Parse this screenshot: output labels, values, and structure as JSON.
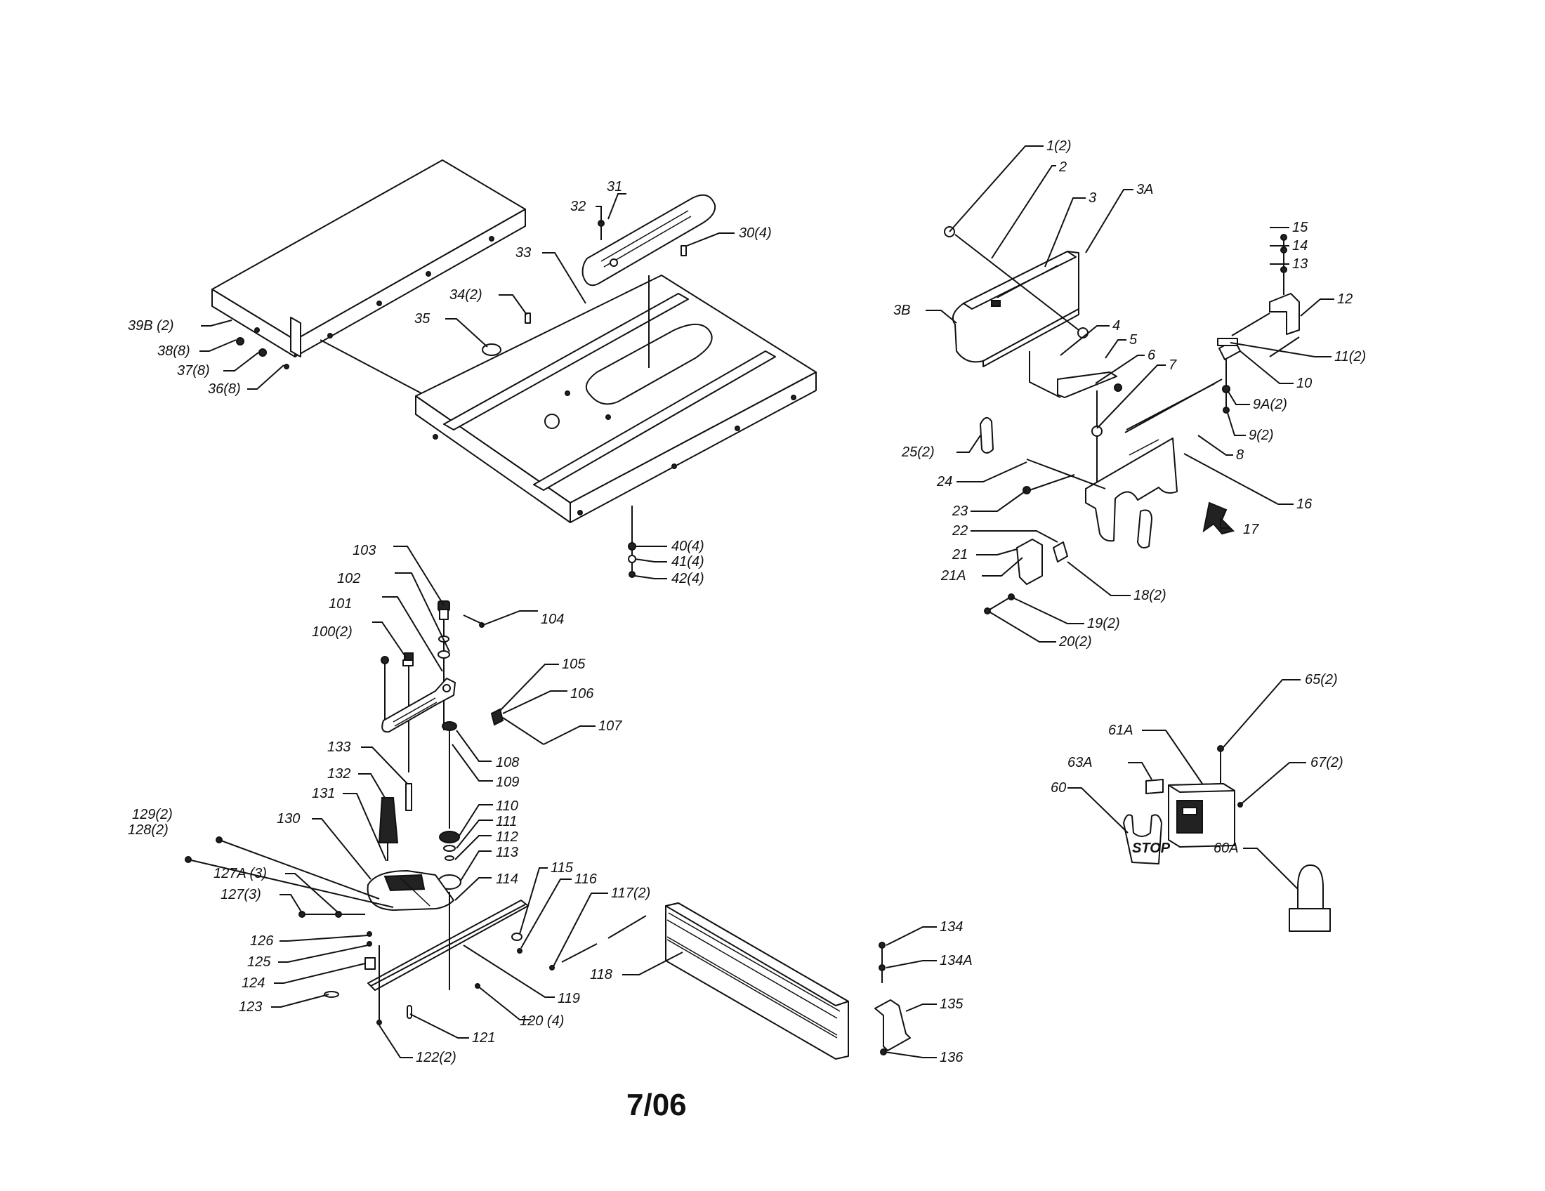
{
  "diagram": {
    "footer_code": "7/06",
    "labels": [
      "1(2)",
      "2",
      "3",
      "3A",
      "3B",
      "4",
      "5",
      "6",
      "7",
      "8",
      "9A(2)",
      "9(2)",
      "10",
      "11(2)",
      "12",
      "13",
      "14",
      "15",
      "16",
      "17",
      "18(2)",
      "19(2)",
      "20(2)",
      "21",
      "21A",
      "22",
      "23",
      "24",
      "25(2)",
      "30(4)",
      "31",
      "32",
      "33",
      "34(2)",
      "35",
      "36(8)",
      "37(8)",
      "38(8)",
      "39B (2)",
      "40(4)",
      "41(4)",
      "42(4)",
      "60",
      "60A",
      "61A",
      "63A",
      "65(2)",
      "67(2)",
      "100(2)",
      "101",
      "102",
      "103",
      "104",
      "105",
      "106",
      "107",
      "108",
      "109",
      "110",
      "111",
      "112",
      "113",
      "114",
      "115",
      "116",
      "117(2)",
      "118",
      "119",
      "120 (4)",
      "121",
      "122(2)",
      "123",
      "124",
      "125",
      "126",
      "127(3)",
      "127A (3)",
      "128(2)",
      "129(2)",
      "130",
      "131",
      "132",
      "133",
      "134",
      "134A",
      "135",
      "136"
    ],
    "stop_tag_text": "STOP"
  }
}
